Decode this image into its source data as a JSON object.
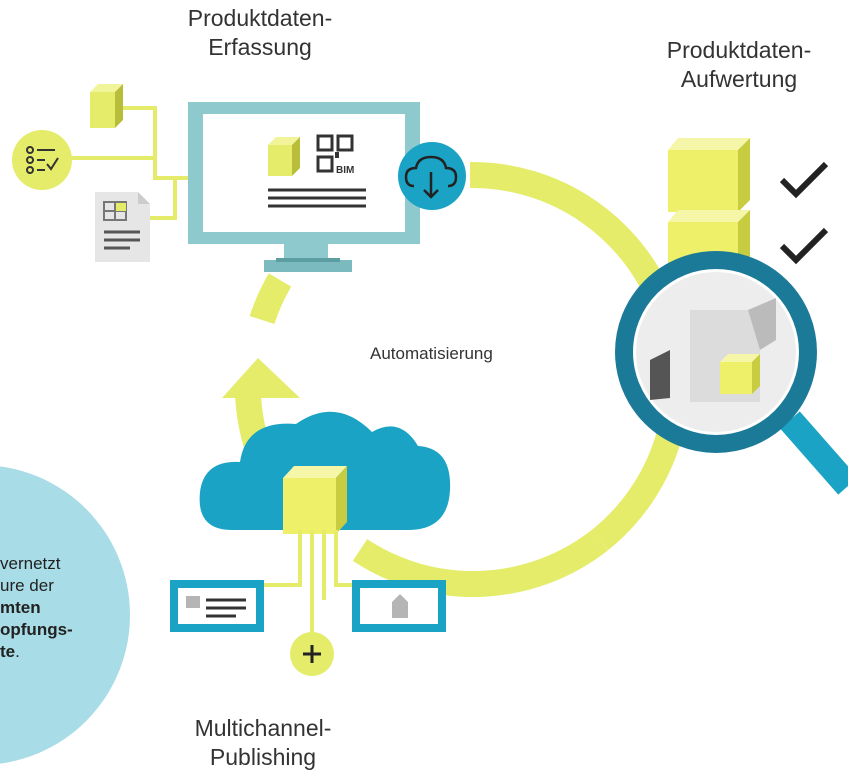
{
  "labels": {
    "erfassung": [
      "Produktdaten-",
      "Erfassung"
    ],
    "aufwertung": [
      "Produktdaten-",
      "Aufwertung"
    ],
    "multichannel": [
      "Multichannel-",
      "Publishing"
    ],
    "center": "Automatisierung"
  },
  "bubble": {
    "line1": "vernetzt",
    "line2": "ure der",
    "line3": "mten",
    "line4": "opfungs-",
    "line5a": "te",
    "line5b": "."
  },
  "screen_tag": "BIM",
  "icons": [
    "cube-icon",
    "checklist-icon",
    "document-icon",
    "monitor-icon",
    "qr-code-icon",
    "cloud-download-icon",
    "checkmark-icon",
    "magnifier-icon",
    "cloud-icon",
    "plus-icon"
  ],
  "colors": {
    "yellow": "#E4EC6A",
    "cube": "#EEF06A",
    "teal": "#1AA3C4",
    "monitor": "#8EC9CE",
    "bubble": "#A8DCE6",
    "magnifier": "#1C7A99"
  }
}
